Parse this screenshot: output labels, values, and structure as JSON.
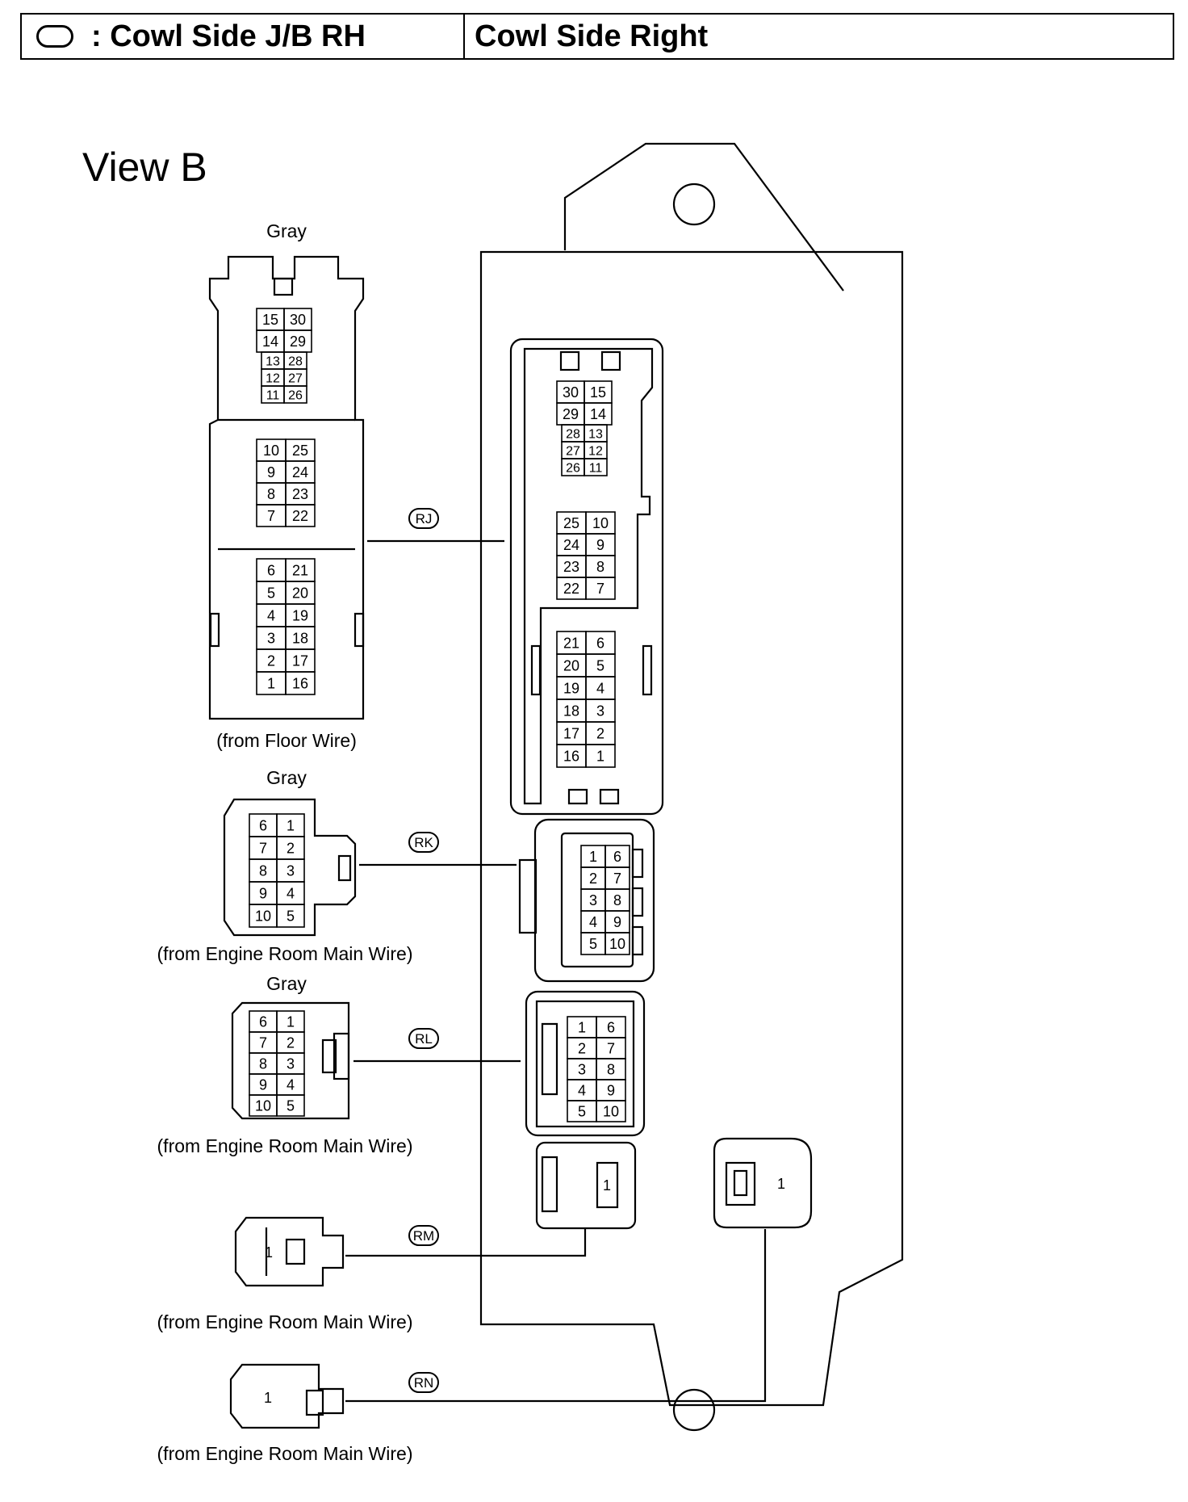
{
  "header": {
    "icon": "oval-icon",
    "left_label": ": Cowl Side J/B RH",
    "right_label": "Cowl Side Right"
  },
  "view_title": "View B",
  "connectors": {
    "RJ": {
      "label": "RJ",
      "color": "Gray",
      "source": "(from Floor Wire)",
      "left_top": [
        [
          15,
          30
        ],
        [
          14,
          29
        ],
        [
          13,
          28
        ],
        [
          12,
          27
        ],
        [
          11,
          26
        ]
      ],
      "left_mid": [
        [
          10,
          25
        ],
        [
          9,
          24
        ],
        [
          8,
          23
        ],
        [
          7,
          22
        ]
      ],
      "left_bot": [
        [
          6,
          21
        ],
        [
          5,
          20
        ],
        [
          4,
          19
        ],
        [
          3,
          18
        ],
        [
          2,
          17
        ],
        [
          1,
          16
        ]
      ],
      "right_top": [
        [
          30,
          15
        ],
        [
          29,
          14
        ],
        [
          28,
          13
        ],
        [
          27,
          12
        ],
        [
          26,
          11
        ]
      ],
      "right_mid": [
        [
          25,
          10
        ],
        [
          24,
          9
        ],
        [
          23,
          8
        ],
        [
          22,
          7
        ]
      ],
      "right_bot": [
        [
          21,
          6
        ],
        [
          20,
          5
        ],
        [
          19,
          4
        ],
        [
          18,
          3
        ],
        [
          17,
          2
        ],
        [
          16,
          1
        ]
      ]
    },
    "RK": {
      "label": "RK",
      "color": "Gray",
      "source": "(from Engine Room Main Wire)",
      "left": [
        [
          6,
          1
        ],
        [
          7,
          2
        ],
        [
          8,
          3
        ],
        [
          9,
          4
        ],
        [
          10,
          5
        ]
      ],
      "right": [
        [
          1,
          6
        ],
        [
          2,
          7
        ],
        [
          3,
          8
        ],
        [
          4,
          9
        ],
        [
          5,
          10
        ]
      ]
    },
    "RL": {
      "label": "RL",
      "color": "Gray",
      "source": "(from Engine Room Main Wire)",
      "left": [
        [
          6,
          1
        ],
        [
          7,
          2
        ],
        [
          8,
          3
        ],
        [
          9,
          4
        ],
        [
          10,
          5
        ]
      ],
      "right": [
        [
          1,
          6
        ],
        [
          2,
          7
        ],
        [
          3,
          8
        ],
        [
          4,
          9
        ],
        [
          5,
          10
        ]
      ]
    },
    "RM": {
      "label": "RM",
      "source": "(from Engine Room Main Wire)",
      "pin": "1"
    },
    "RN": {
      "label": "RN",
      "source": "(from Engine Room Main Wire)",
      "pin": "1"
    }
  }
}
